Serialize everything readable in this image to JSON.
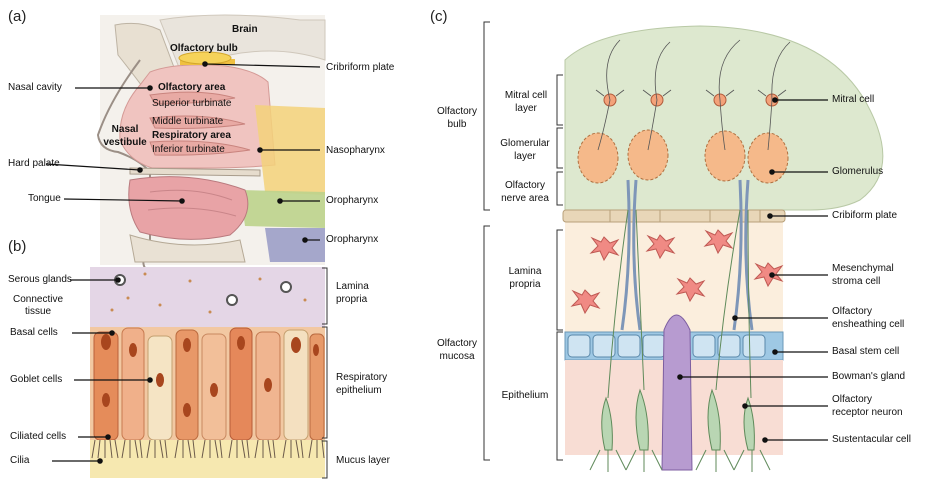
{
  "panels": {
    "a": "(a)",
    "b": "(b)",
    "c": "(c)"
  },
  "panel_a": {
    "brain": "Brain",
    "olfactory_bulb": "Olfactory bulb",
    "cribriform_plate": "Cribriform plate",
    "nasal_cavity": "Nasal cavity",
    "olfactory_area": "Olfactory area",
    "superior_turbinate": "Superior turbinate",
    "nasal_vestibule_1": "Nasal",
    "nasal_vestibule_2": "vestibule",
    "middle_turbinate": "Middle turbinate",
    "respiratory_area": "Respiratory area",
    "inferior_turbinate": "Inferior turbinate",
    "nasopharynx": "Nasopharynx",
    "hard_palate": "Hard palate",
    "tongue": "Tongue",
    "oropharynx_1": "Oropharynx",
    "oropharynx_2": "Oropharynx"
  },
  "panel_b": {
    "serous_glands": "Serous glands",
    "connective_1": "Connective",
    "connective_2": "tissue",
    "lamina_1": "Lamina",
    "lamina_2": "propria",
    "basal_cells": "Basal cells",
    "goblet_cells": "Goblet cells",
    "respiratory_1": "Respiratory",
    "respiratory_2": "epithelium",
    "ciliated_cells": "Ciliated cells",
    "cilia": "Cilia",
    "mucus_layer": "Mucus layer"
  },
  "panel_c": {
    "olfactory_bulb_1": "Olfactory",
    "olfactory_bulb_2": "bulb",
    "mitral_layer_1": "Mitral cell",
    "mitral_layer_2": "layer",
    "glomerular_1": "Glomerular",
    "glomerular_2": "layer",
    "nerve_area_1": "Olfactory",
    "nerve_area_2": "nerve area",
    "lamina_1": "Lamina",
    "lamina_2": "propria",
    "mucosa_1": "Olfactory",
    "mucosa_2": "mucosa",
    "epithelium": "Epithelium",
    "mitral_cell": "Mitral cell",
    "glomerulus": "Glomerulus",
    "cribriform_plate": "Cribiform plate",
    "mesenchymal_1": "Mesenchymal",
    "mesenchymal_2": "stroma cell",
    "ensheathing_1": "Olfactory",
    "ensheathing_2": "ensheathing cell",
    "basal_stem": "Basal stem cell",
    "bowmans_gland": "Bowman's gland",
    "receptor_1": "Olfactory",
    "receptor_2": "receptor neuron",
    "sustentacular": "Sustentacular cell"
  },
  "colors": {
    "bulb_green": "#dde8cf",
    "glomerulus_orange": "#f5b98a",
    "lamina_cream": "#fbeedd",
    "basal_blue": "#9ec8e4",
    "neuron_green": "#b9d6b3",
    "gland_purple": "#b79bd0",
    "star_cell": "#f08a84",
    "nasal_pink": "#f0c0bc",
    "respiratory_yellow": "#f3d27a",
    "oro_green": "#bcd38c",
    "oro_blue": "#9c9ec8"
  }
}
